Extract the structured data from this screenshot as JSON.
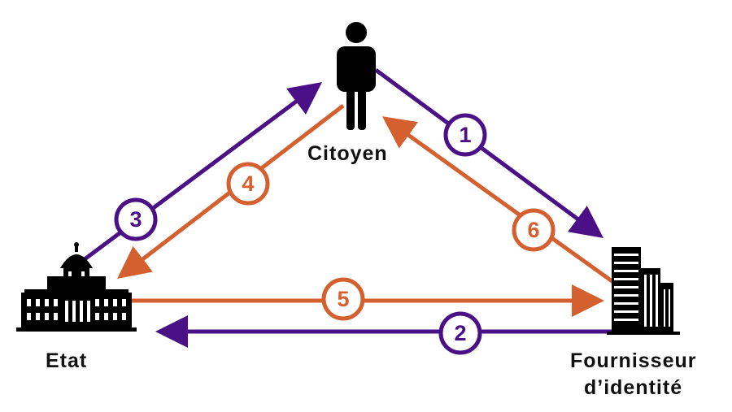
{
  "colors": {
    "purple": "#4b0f86",
    "orange": "#d4602f",
    "icon": "#000000",
    "text": "#111111"
  },
  "nodes": {
    "citizen": {
      "label": "Citoyen",
      "icon": "person-icon"
    },
    "state": {
      "label": "Etat",
      "icon": "government-building-icon"
    },
    "provider": {
      "label_line1": "Fournisseur",
      "label_line2": "d’identité",
      "icon": "office-building-icon"
    }
  },
  "steps": [
    {
      "number": "1",
      "color": "purple",
      "from": "citizen",
      "to": "provider"
    },
    {
      "number": "2",
      "color": "purple",
      "from": "provider",
      "to": "state"
    },
    {
      "number": "3",
      "color": "purple",
      "from": "state",
      "to": "citizen"
    },
    {
      "number": "4",
      "color": "orange",
      "from": "citizen",
      "to": "state"
    },
    {
      "number": "5",
      "color": "orange",
      "from": "state",
      "to": "provider"
    },
    {
      "number": "6",
      "color": "orange",
      "from": "provider",
      "to": "citizen"
    }
  ]
}
